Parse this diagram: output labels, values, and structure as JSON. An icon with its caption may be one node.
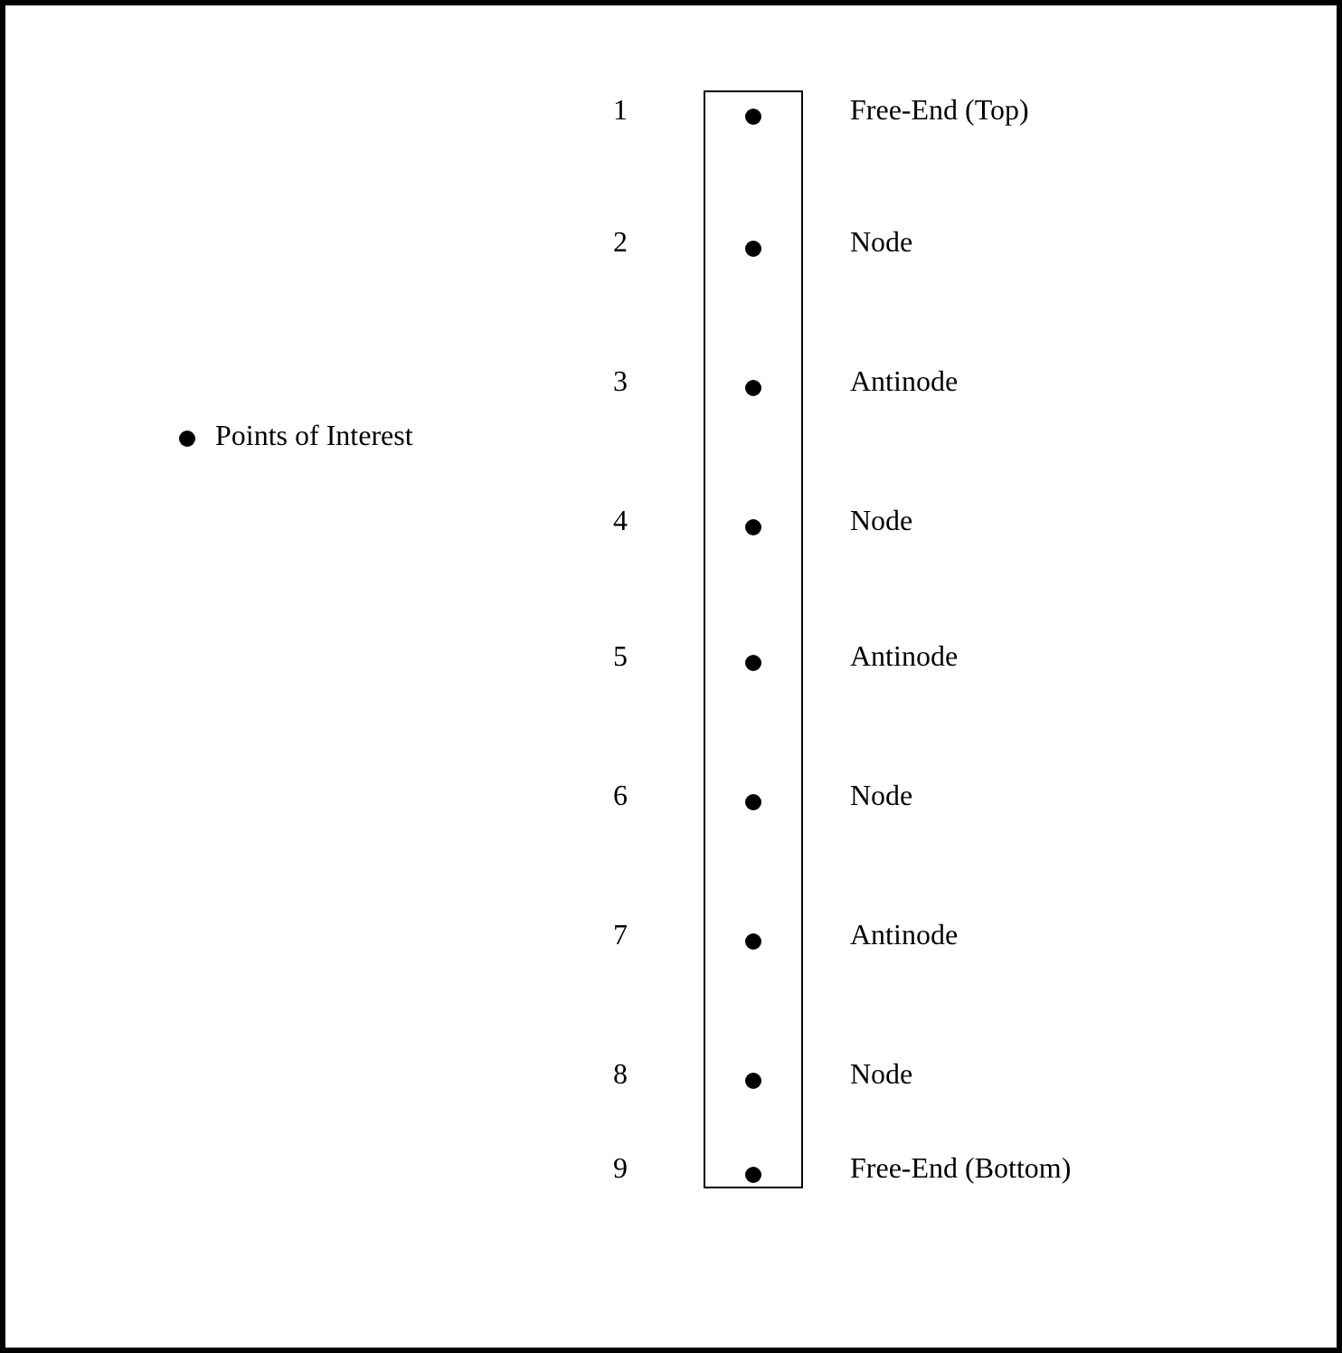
{
  "diagram": {
    "nodes": [
      {
        "text": [],
        "shape": "bar"
      }
    ],
    "labels": [
      "1",
      "Free-End (Top)",
      "2",
      "Node",
      "3",
      "Antinode",
      "4",
      "Node",
      "5",
      "Antinode",
      "6",
      "Node",
      "7",
      "Antinode",
      "8",
      "Node",
      "9",
      "Free-End (Bottom)"
    ],
    "legend": [
      {
        "text": "Points of Interest"
      }
    ]
  }
}
